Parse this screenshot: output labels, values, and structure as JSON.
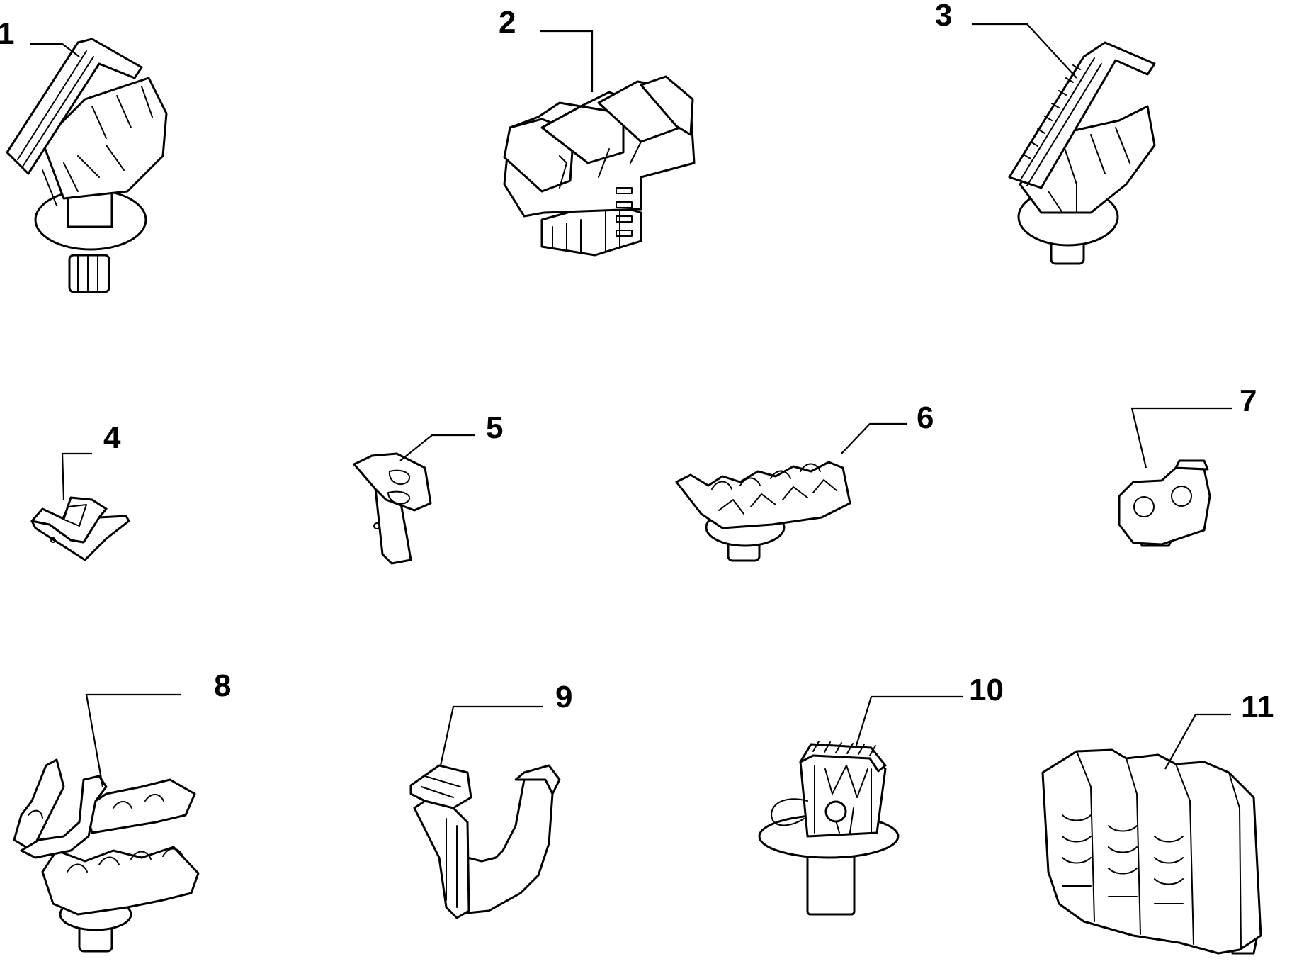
{
  "diagram": {
    "parts": [
      {
        "label": "1"
      },
      {
        "label": "2"
      },
      {
        "label": "3"
      },
      {
        "label": "4"
      },
      {
        "label": "5"
      },
      {
        "label": "6"
      },
      {
        "label": "7"
      },
      {
        "label": "8"
      },
      {
        "label": "9"
      },
      {
        "label": "10"
      },
      {
        "label": "11"
      }
    ],
    "colors": {
      "line": "#000000",
      "background": "#ffffff"
    }
  }
}
